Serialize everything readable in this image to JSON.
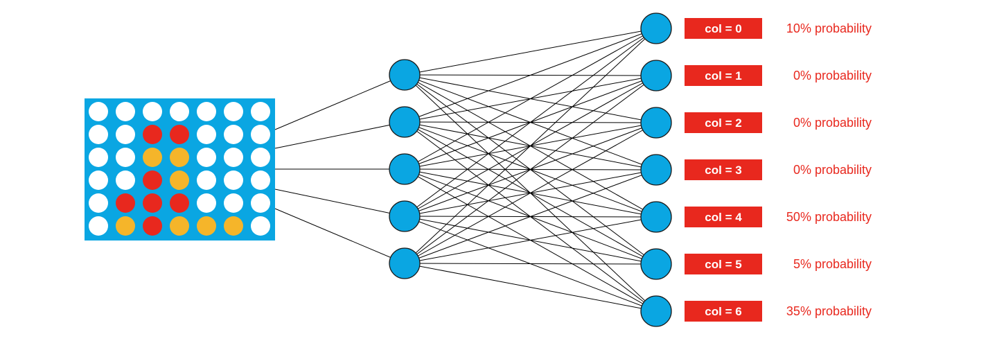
{
  "colors": {
    "board": "#0aa6e2",
    "empty": "#ffffff",
    "red": "#e8281e",
    "yellow": "#f5b52a",
    "neuron": "#0aa6e2",
    "label_bg": "#e8281e",
    "label_text": "#ffffff",
    "prob_text": "#e8281e"
  },
  "board": {
    "rows": [
      [
        "empty",
        "empty",
        "empty",
        "empty",
        "empty",
        "empty",
        "empty"
      ],
      [
        "empty",
        "empty",
        "red",
        "red",
        "empty",
        "empty",
        "empty"
      ],
      [
        "empty",
        "empty",
        "yellow",
        "yellow",
        "empty",
        "empty",
        "empty"
      ],
      [
        "empty",
        "empty",
        "red",
        "yellow",
        "empty",
        "empty",
        "empty"
      ],
      [
        "empty",
        "red",
        "red",
        "red",
        "empty",
        "empty",
        "empty"
      ],
      [
        "empty",
        "yellow",
        "red",
        "yellow",
        "yellow",
        "yellow",
        "empty"
      ]
    ]
  },
  "network": {
    "hidden_count": 5,
    "output_count": 7
  },
  "outputs": [
    {
      "label": "col = 0",
      "probability": "10% probability"
    },
    {
      "label": "col = 1",
      "probability": "0% probability"
    },
    {
      "label": "col = 2",
      "probability": "0% probability"
    },
    {
      "label": "col = 3",
      "probability": "0% probability"
    },
    {
      "label": "col = 4",
      "probability": "50% probability"
    },
    {
      "label": "col = 5",
      "probability": "5% probability"
    },
    {
      "label": "col = 6",
      "probability": "35% probability"
    }
  ]
}
